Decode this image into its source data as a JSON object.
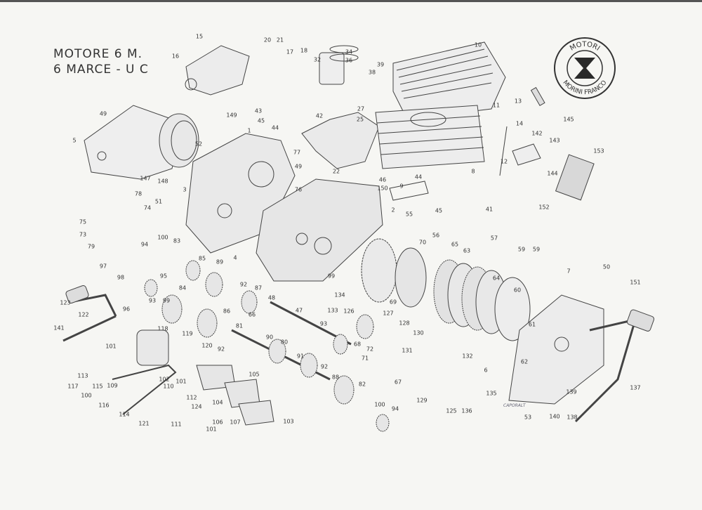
{
  "title": {
    "line1": "MOTORE 6 M.",
    "line2": "6 MARCE - U C"
  },
  "logo": {
    "top_text": "MOTORI",
    "bottom_text": "MORINI FRANCO"
  },
  "signature": "CAPORALT",
  "labels": [
    "15",
    "16",
    "20",
    "21",
    "17",
    "18",
    "34",
    "32",
    "36",
    "39",
    "38",
    "10",
    "149",
    "43",
    "45",
    "44",
    "42",
    "27",
    "25",
    "49",
    "1",
    "5",
    "52",
    "77",
    "49",
    "22",
    "13",
    "11",
    "14",
    "145",
    "142",
    "143",
    "12",
    "8",
    "153",
    "144",
    "147",
    "148",
    "3",
    "46",
    "150",
    "44",
    "9",
    "76",
    "78",
    "74",
    "51",
    "45",
    "41",
    "152",
    "2",
    "55",
    "75",
    "73",
    "100",
    "94",
    "83",
    "56",
    "70",
    "65",
    "63",
    "57",
    "59",
    "59",
    "79",
    "4",
    "85",
    "89",
    "7",
    "50",
    "97",
    "95",
    "98",
    "99",
    "93",
    "84",
    "92",
    "87",
    "48",
    "99",
    "134",
    "69",
    "64",
    "60",
    "151",
    "123",
    "96",
    "66",
    "86",
    "47",
    "133",
    "126",
    "122",
    "141",
    "118",
    "93",
    "127",
    "61",
    "81",
    "119",
    "128",
    "130",
    "101",
    "120",
    "92",
    "90",
    "80",
    "68",
    "72",
    "131",
    "132",
    "62",
    "117",
    "113",
    "100",
    "115",
    "109",
    "116",
    "114",
    "102",
    "101",
    "91",
    "71",
    "92",
    "105",
    "67",
    "82",
    "88",
    "6",
    "110",
    "112",
    "124",
    "104",
    "106",
    "107",
    "103",
    "129",
    "125",
    "136",
    "135",
    "137",
    "100",
    "94",
    "121",
    "111",
    "101",
    "53",
    "140",
    "138",
    "139"
  ]
}
